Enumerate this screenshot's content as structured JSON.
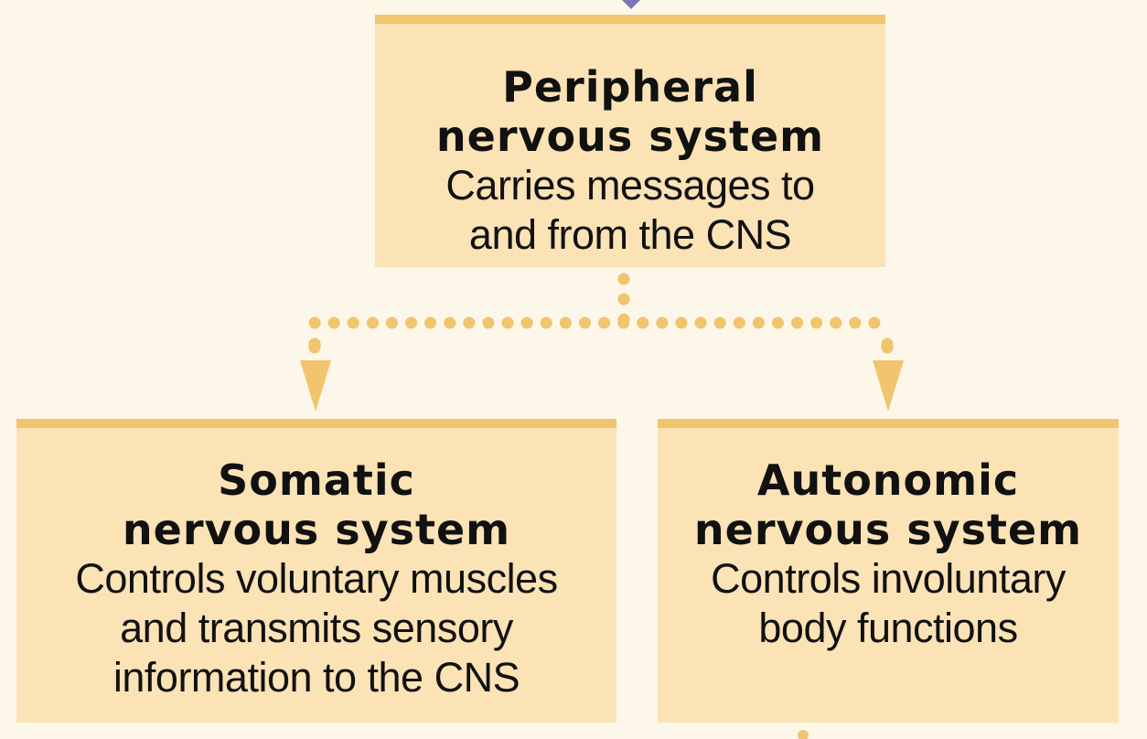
{
  "colors": {
    "background": "#fdf7ea",
    "box_fill": "#fbe3b5",
    "box_top_bar": "#f1c46e",
    "connector": "#f1c46e",
    "top_arrow": "#7f74b6"
  },
  "peripheral": {
    "title_line1": "Peripheral",
    "title_line2": "nervous system",
    "desc_line1": "Carries messages to",
    "desc_line2": "and from the CNS"
  },
  "somatic": {
    "title_line1": "Somatic",
    "title_line2": "nervous system",
    "desc_line1": "Controls voluntary muscles",
    "desc_line2": "and transmits sensory",
    "desc_line3": "information to the CNS"
  },
  "autonomic": {
    "title_line1": "Autonomic",
    "title_line2": "nervous system",
    "desc_line1": "Controls involuntary",
    "desc_line2": "body functions"
  }
}
